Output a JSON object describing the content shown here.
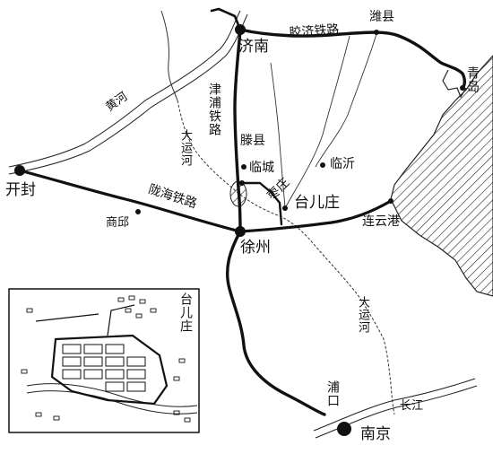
{
  "cities": {
    "jinan": "济南",
    "weixian": "潍县",
    "qingdao": "青岛",
    "kaifeng": "开封",
    "shangqiu": "商邱",
    "xuzhou": "徐州",
    "tengxian": "滕县",
    "lincheng": "临城",
    "zaozhuang": "枣庄",
    "linyi": "临沂",
    "taierzhuang": "台儿庄",
    "lianyungang": "连云港",
    "pukou": "浦口",
    "nanjing": "南京"
  },
  "railways": {
    "jiaoji": "胶济铁路",
    "jinpu": "津浦铁路",
    "longhai": "陇海铁路"
  },
  "rivers": {
    "huanghe": "黄河",
    "grand_canal_north": "大运河",
    "grand_canal_south": "大运河",
    "changjiang": "长江"
  },
  "inset": {
    "title": "台儿庄"
  }
}
